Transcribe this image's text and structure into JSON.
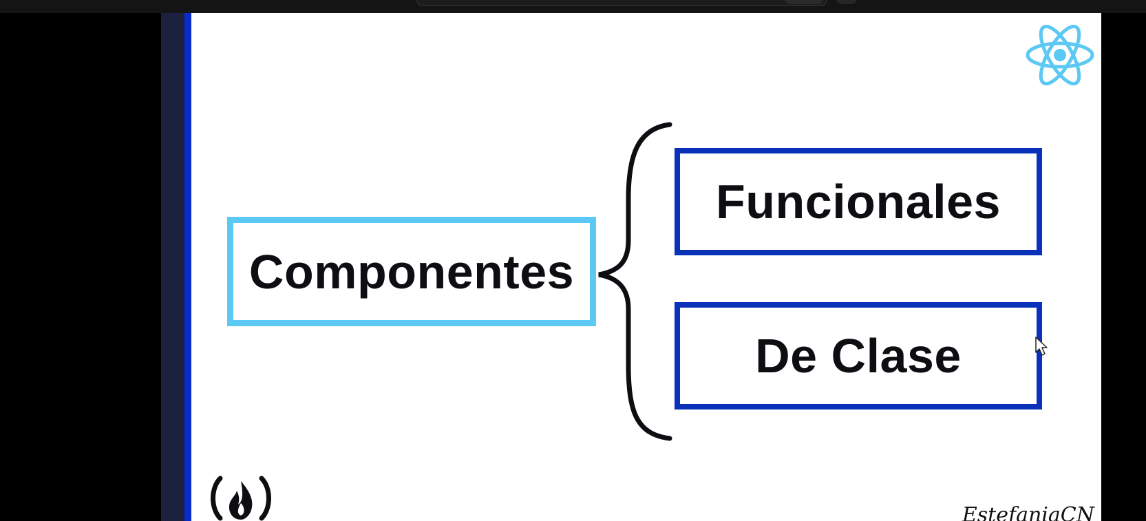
{
  "slide": {
    "main_label": "Componentes",
    "option_1": "Funcionales",
    "option_2": "De Clase",
    "signature": "EstefaniaCN"
  },
  "colors": {
    "main_border": "#5cc8f4",
    "option_border": "#0a32b8",
    "react_logo": "#5cc8f4",
    "text": "#0e0e12",
    "left_accent": "#0a2ccc"
  },
  "icons": {
    "top_right": "react-logo-icon",
    "bottom_left": "freecodecamp-logo-icon",
    "pointer": "mouse-cursor-icon"
  }
}
